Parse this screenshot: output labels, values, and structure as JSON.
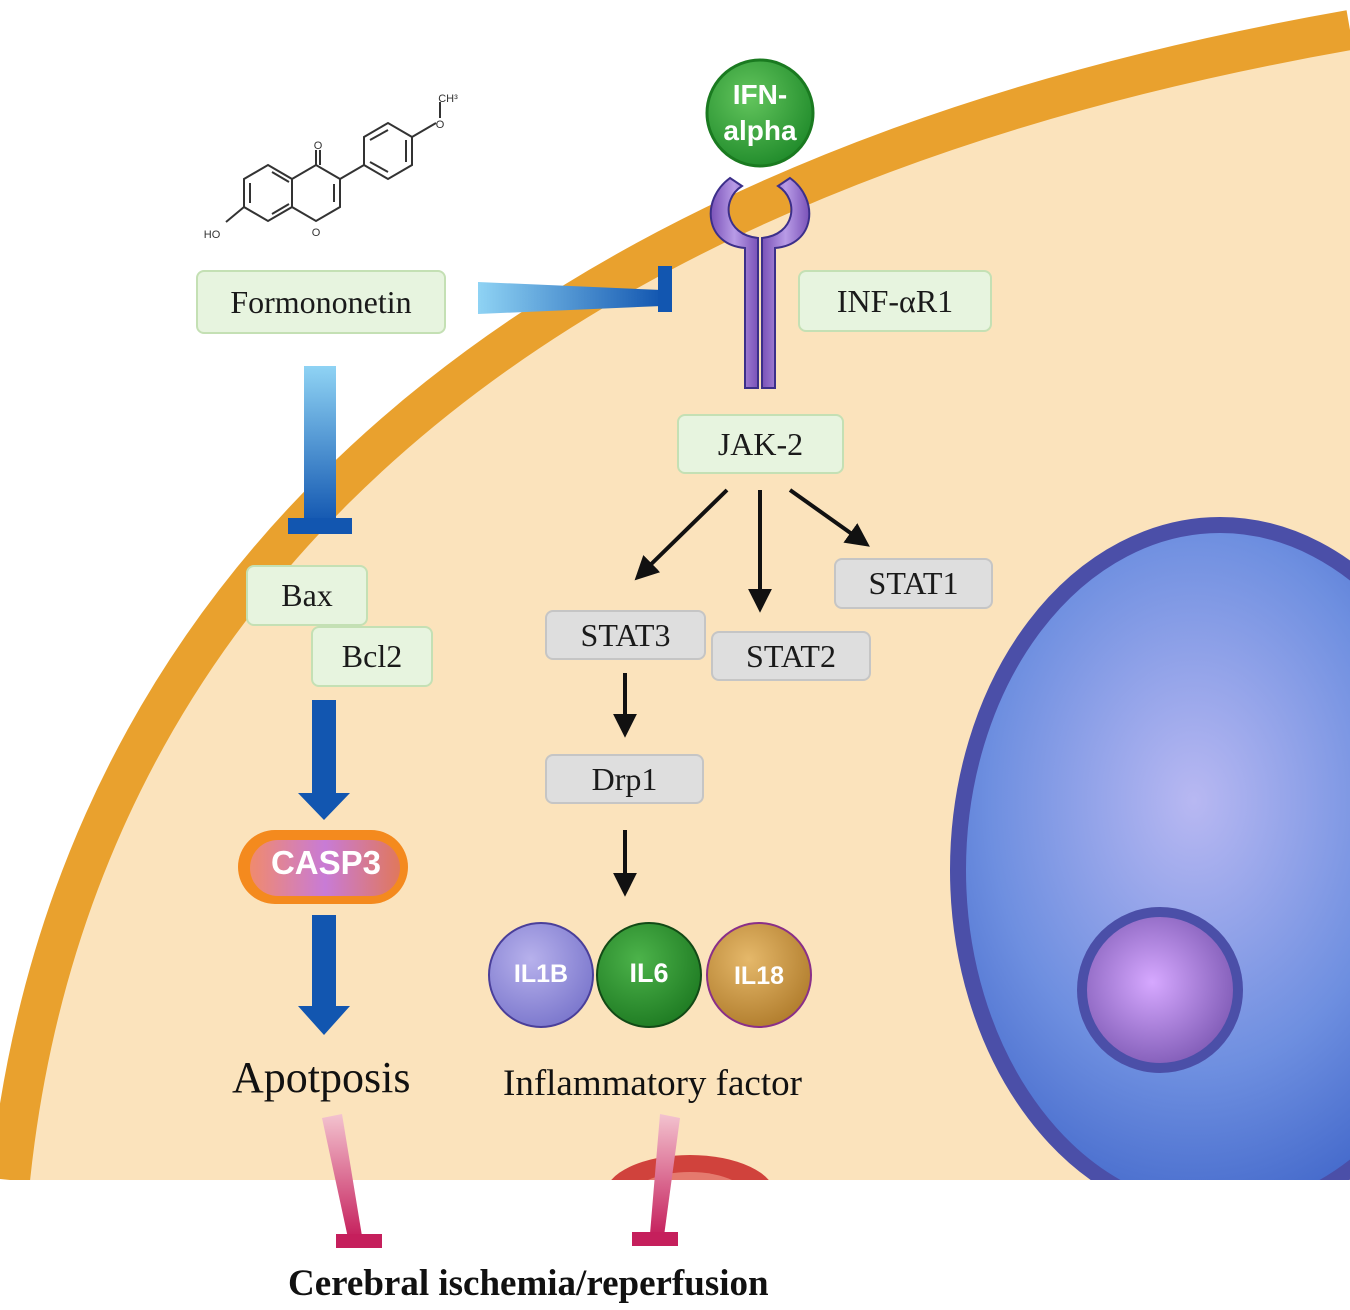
{
  "molecule": {
    "ch3": "CH³",
    "o_top": "O",
    "o_ring": "O",
    "o_ether": "O",
    "ho": "HO"
  },
  "ligand": {
    "line1": "IFN-",
    "line2": "alpha"
  },
  "labels": {
    "formononetin": "Formononetin",
    "receptor": "INF-αR1",
    "jak2": "JAK-2",
    "bax": "Bax",
    "bcl2": "Bcl2",
    "stat1": "STAT1",
    "stat2": "STAT2",
    "stat3": "STAT3",
    "drp1": "Drp1",
    "casp3": "CASP3",
    "il1b": "IL1B",
    "il6": "IL6",
    "il18": "IL18",
    "apoptosis": "Apotposis",
    "inflammatory": "Inflammatory factor",
    "outcome": "Cerebral ischemia/reperfusion"
  },
  "colors": {
    "membrane": "#e9a12e",
    "cytoplasm": "#fbe3bc",
    "nucleus": "#4d7fd6",
    "inhibit_blue": "#1256b0",
    "inhibit_pink": "#c51f5c",
    "ligand_green": "#2f9a33"
  }
}
